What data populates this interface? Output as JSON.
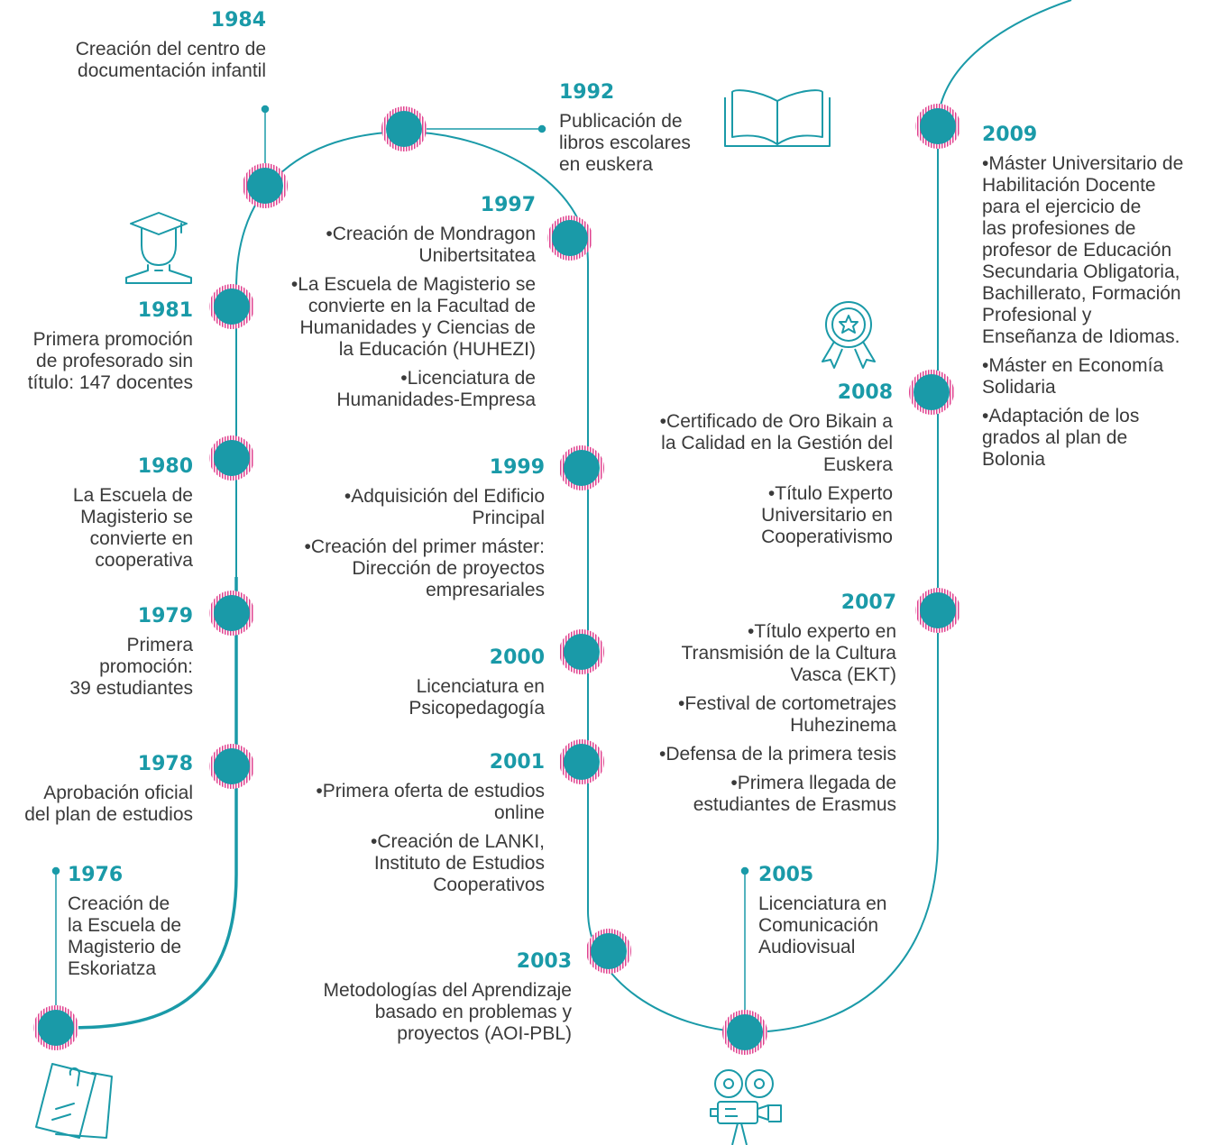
{
  "colors": {
    "teal": "#1a9aa8",
    "line": "#1a9aa8",
    "ring": "#e0428f",
    "text": "#3a3a3a"
  },
  "icons": [
    "graduate-icon",
    "open-book-icon",
    "award-ribbon-icon",
    "clipboard-icon",
    "film-camera-icon"
  ],
  "events": {
    "y1976": {
      "year": "1976",
      "items": [
        "Creación de la Escuela de Magisterio de Eskoriatza"
      ]
    },
    "y1978": {
      "year": "1978",
      "items": [
        "Aprobación oficial del plan de estudios"
      ]
    },
    "y1979": {
      "year": "1979",
      "items": [
        "Primera promoción: 39 estudiantes"
      ]
    },
    "y1980": {
      "year": "1980",
      "items": [
        "La Escuela de Magisterio se convierte en cooperativa"
      ]
    },
    "y1981": {
      "year": "1981",
      "items": [
        "Primera promoción de profesorado sin título: 147 docentes"
      ]
    },
    "y1984": {
      "year": "1984",
      "items": [
        "Creación del centro de documentación infantil"
      ]
    },
    "y1992": {
      "year": "1992",
      "items": [
        "Publicación de libros escolares en euskera"
      ]
    },
    "y1997": {
      "year": "1997",
      "items": [
        "Creación de Mondragon Unibertsitatea",
        "La Escuela de Magisterio se convierte en la Facultad de Humanidades y Ciencias de la Educación (HUHEZI)",
        "Licenciatura de Humanidades-Empresa"
      ]
    },
    "y1999": {
      "year": "1999",
      "items": [
        "Adquisición del Edificio Principal",
        "Creación del primer máster: Dirección de proyectos empresariales"
      ]
    },
    "y2000": {
      "year": "2000",
      "items": [
        "Licenciatura en Psicopedagogía"
      ]
    },
    "y2001": {
      "year": "2001",
      "items": [
        "Primera oferta de estudios online",
        "Creación de LANKI, Instituto de Estudios Cooperativos"
      ]
    },
    "y2003": {
      "year": "2003",
      "items": [
        "Metodologías del Aprendizaje basado en problemas y proyectos (AOI-PBL)"
      ]
    },
    "y2005": {
      "year": "2005",
      "items": [
        "Licenciatura en Comunicación Audiovisual"
      ]
    },
    "y2007": {
      "year": "2007",
      "items": [
        "Título experto en Transmisión de la Cultura Vasca (EKT)",
        "Festival de cortometrajes Huhezinema",
        "Defensa de la primera tesis",
        "Primera llegada de estudiantes de Erasmus"
      ]
    },
    "y2008": {
      "year": "2008",
      "items": [
        "Certificado de Oro Bikain a la Calidad en la Gestión del Euskera",
        "Título Experto Universitario en Cooperativismo"
      ]
    },
    "y2009": {
      "year": "2009",
      "items": [
        "Máster Universitario de Habilitación Docente para el ejercicio de las profesiones de profesor de Educación Secundaria Obligatoria, Bachillerato, Formación Profesional y Enseñanza de Idiomas.",
        "Máster en Economía Solidaria",
        "Adaptación de los grados al plan de Bolonia"
      ]
    }
  }
}
